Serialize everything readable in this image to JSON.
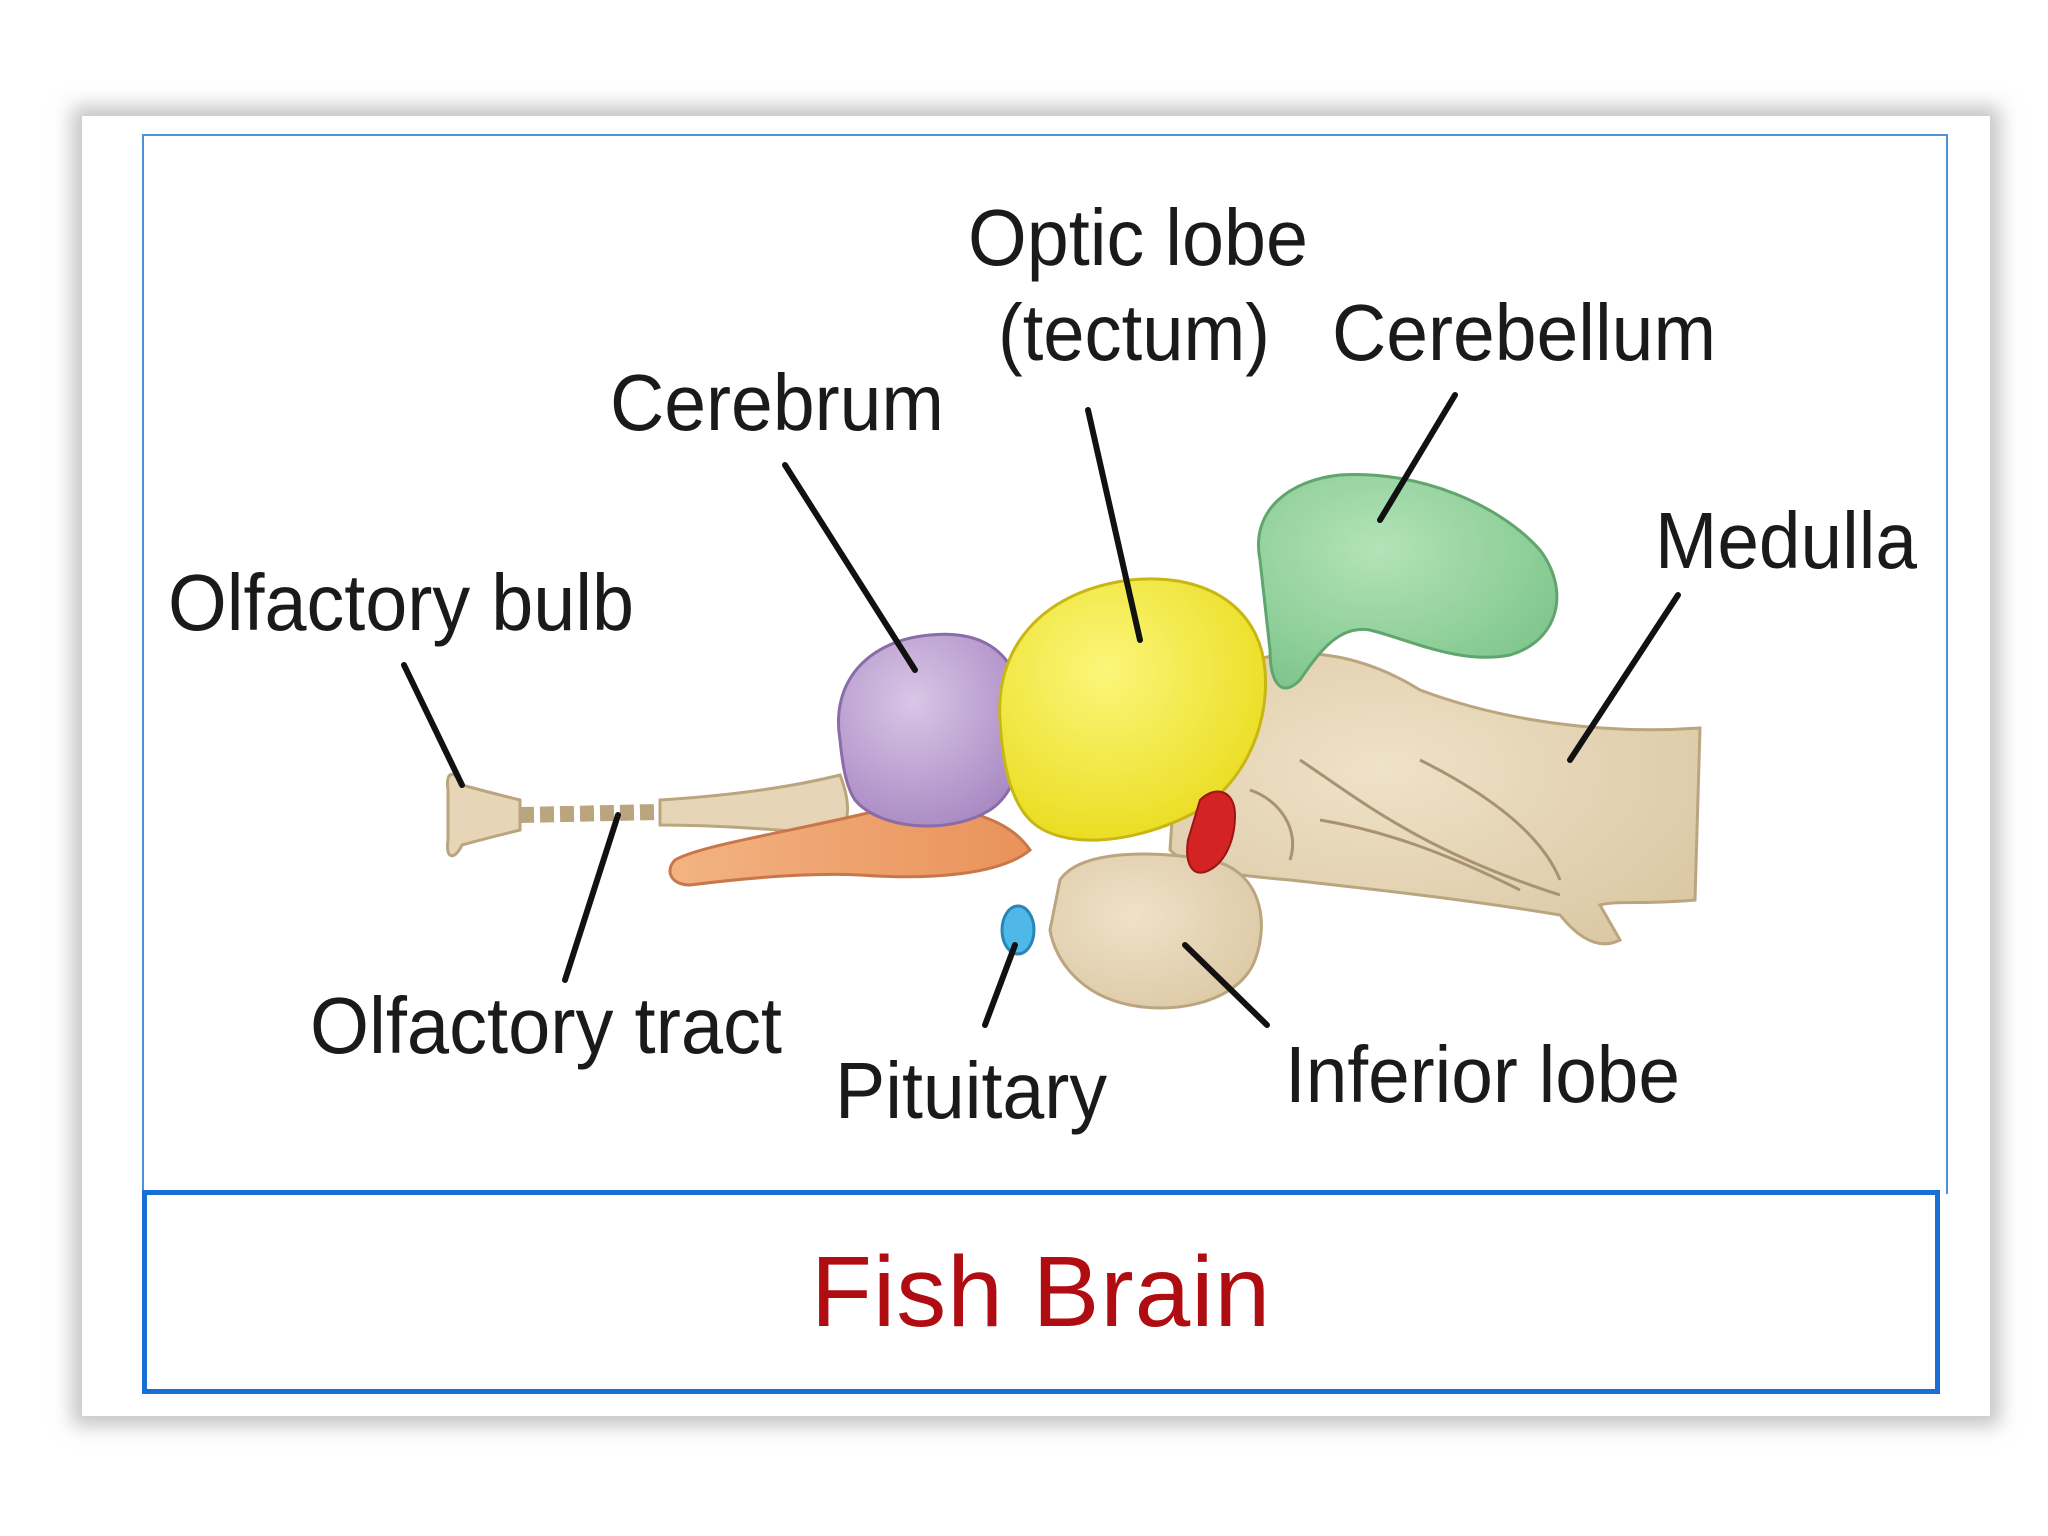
{
  "caption": "Fish Brain",
  "labels": {
    "optic_lobe": "Optic lobe",
    "tectum": "(tectum)",
    "cerebellum": "Cerebellum",
    "cerebrum": "Cerebrum",
    "medulla": "Medulla",
    "olfactory_bulb": "Olfactory bulb",
    "olfactory_tract": "Olfactory tract",
    "pituitary": "Pituitary",
    "inferior_lobe": "Inferior lobe"
  },
  "colors": {
    "frame_border": "#1a6fd6",
    "caption_text": "#b00d12",
    "cerebrum": "#b99bd0",
    "optic_lobe": "#f2ec2e",
    "cerebellum": "#8fd29a",
    "brainstem": "#e6d5b6",
    "olfactory_tract": "#f0a673",
    "pituitary": "#4fb8e8",
    "red_body": "#d42323"
  }
}
